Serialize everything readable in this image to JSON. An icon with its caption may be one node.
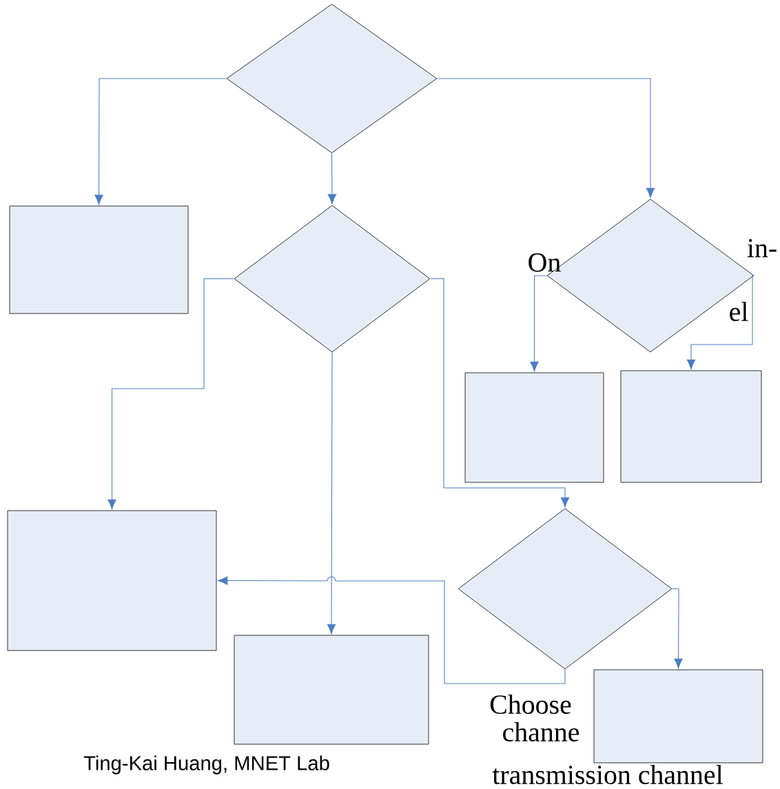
{
  "diagram": {
    "nodes": [
      {
        "text": [],
        "shape": "diamond"
      },
      {
        "text": [],
        "shape": "box"
      },
      {
        "text": [],
        "shape": "diamond"
      },
      {
        "text": [],
        "shape": "diamond"
      },
      {
        "text": [],
        "shape": "box"
      },
      {
        "text": [],
        "shape": "box"
      },
      {
        "text": [],
        "shape": "box"
      },
      {
        "text": [],
        "shape": "box"
      },
      {
        "text": [],
        "shape": "diamond"
      },
      {
        "text": [],
        "shape": "box"
      }
    ],
    "edges": [
      {
        "from": 0,
        "to": 1,
        "arrow": "to"
      },
      {
        "from": 0,
        "to": 2,
        "arrow": "to"
      },
      {
        "from": 0,
        "to": 3,
        "arrow": "to"
      },
      {
        "from": 2,
        "to": 6,
        "arrow": "to"
      },
      {
        "from": 2,
        "to": 7,
        "arrow": "to"
      },
      {
        "from": 2,
        "to": 8,
        "arrow": "to"
      },
      {
        "from": 3,
        "to": 4,
        "arrow": "to"
      },
      {
        "from": 3,
        "to": 5,
        "arrow": "to"
      },
      {
        "from": 8,
        "to": 9,
        "arrow": "to"
      },
      {
        "from": 8,
        "to": 6,
        "arrow": "to"
      }
    ],
    "labels": [
      "On",
      "in-",
      "el",
      "Choose",
      "channe",
      "transmission channel",
      "Ting-Kai Huang, MNET Lab"
    ]
  }
}
